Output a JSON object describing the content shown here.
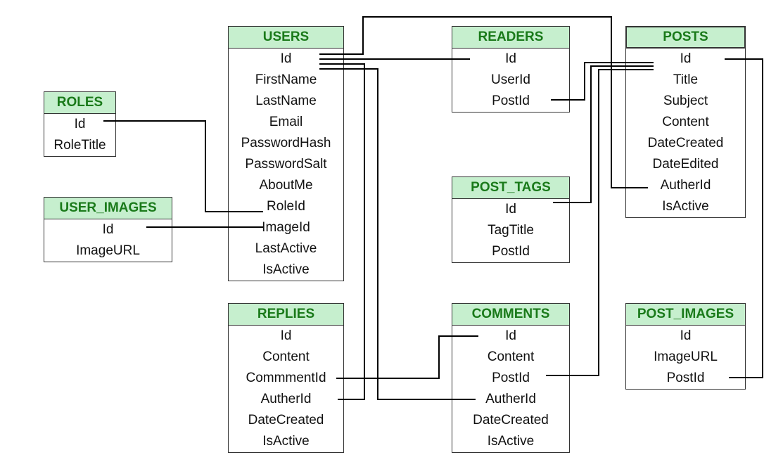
{
  "tables": {
    "users": {
      "title": "USERS",
      "fields": [
        "Id",
        "FirstName",
        "LastName",
        "Email",
        "PasswordHash",
        "PasswordSalt",
        "AboutMe",
        "RoleId",
        "ImageId",
        "LastActive",
        "IsActive"
      ]
    },
    "roles": {
      "title": "ROLES",
      "fields": [
        "Id",
        "RoleTitle"
      ]
    },
    "user_images": {
      "title": "USER_IMAGES",
      "fields": [
        "Id",
        "ImageURL"
      ]
    },
    "readers": {
      "title": "READERS",
      "fields": [
        "Id",
        "UserId",
        "PostId"
      ]
    },
    "posts": {
      "title": "POSTS",
      "fields": [
        "Id",
        "Title",
        "Subject",
        "Content",
        "DateCreated",
        "DateEdited",
        "AutherId",
        "IsActive"
      ]
    },
    "post_tags": {
      "title": "POST_TAGS",
      "fields": [
        "Id",
        "TagTitle",
        "PostId"
      ]
    },
    "replies": {
      "title": "REPLIES",
      "fields": [
        "Id",
        "Content",
        "CommmentId",
        "AutherId",
        "DateCreated",
        "IsActive"
      ]
    },
    "comments": {
      "title": "COMMENTS",
      "fields": [
        "Id",
        "Content",
        "PostId",
        "AutherId",
        "DateCreated",
        "IsActive"
      ]
    },
    "post_images": {
      "title": "POST_IMAGES",
      "fields": [
        "Id",
        "ImageURL",
        "PostId"
      ]
    }
  },
  "colors": {
    "header_bg": "#c6efce",
    "header_text": "#1a7a1a",
    "border": "#333333",
    "line": "#000000"
  }
}
